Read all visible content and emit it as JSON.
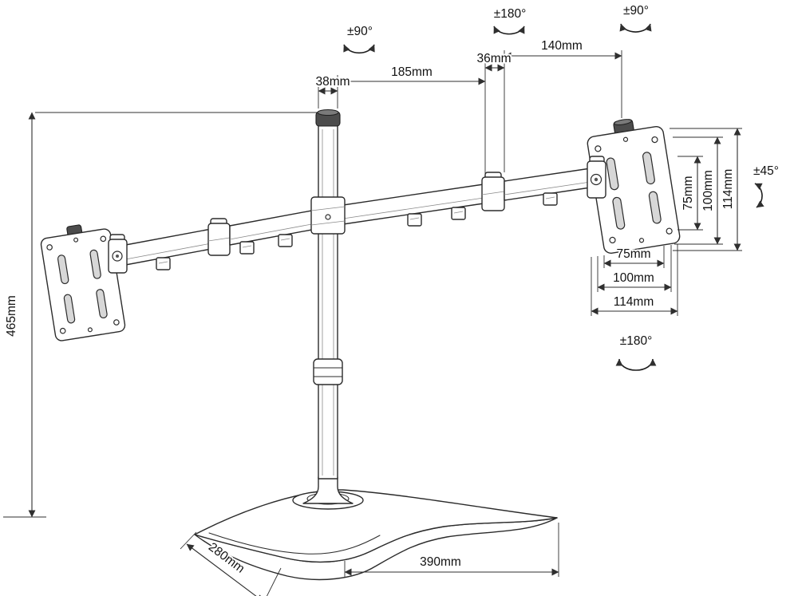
{
  "colors": {
    "line": "#2b2b2b",
    "metal_dark": "#4c4c4c",
    "slot_gray": "#d7d7d7"
  },
  "rotations": {
    "pole_swivel": "±90°",
    "arm_swivel": "±180°",
    "head_swivel": "±90°",
    "tilt": "±45°",
    "vesa_rotate": "±180°"
  },
  "dimensions": {
    "pole_cap": "38mm",
    "arm_segment": "185mm",
    "joint": "36mm",
    "head_offset": "140mm",
    "stand_height": "465mm",
    "base_depth": "280mm",
    "base_width": "390mm",
    "vesa_side": {
      "inner": "75mm",
      "middle": "100mm",
      "outer": "114mm"
    },
    "vesa_bottom": {
      "inner": "75mm",
      "middle": "100mm",
      "outer": "114mm"
    }
  }
}
